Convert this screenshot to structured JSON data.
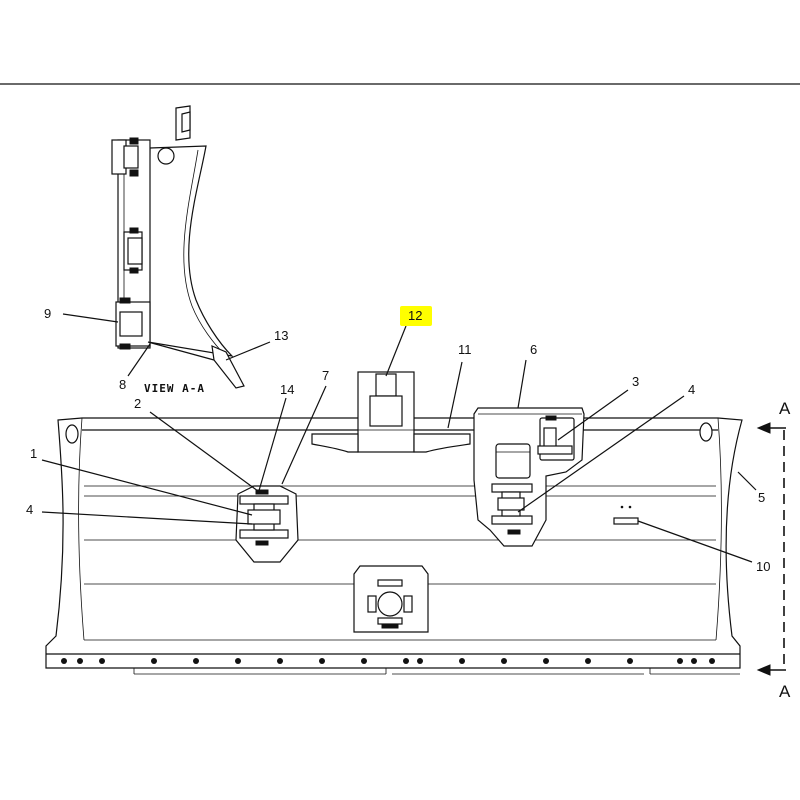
{
  "view_label": "VIEW A-A",
  "section_marker": {
    "top": "A",
    "bottom": "A"
  },
  "highlight_color": "#ffff00",
  "callouts": [
    {
      "id": "c1",
      "text": "1"
    },
    {
      "id": "c2",
      "text": "2"
    },
    {
      "id": "c3",
      "text": "3"
    },
    {
      "id": "c4a",
      "text": "4"
    },
    {
      "id": "c4b",
      "text": "4"
    },
    {
      "id": "c5",
      "text": "5"
    },
    {
      "id": "c6",
      "text": "6"
    },
    {
      "id": "c7",
      "text": "7"
    },
    {
      "id": "c8",
      "text": "8"
    },
    {
      "id": "c9",
      "text": "9"
    },
    {
      "id": "c10",
      "text": "10"
    },
    {
      "id": "c11",
      "text": "11"
    },
    {
      "id": "c12",
      "text": "12",
      "highlighted": true
    },
    {
      "id": "c13",
      "text": "13"
    },
    {
      "id": "c14",
      "text": "14"
    }
  ]
}
